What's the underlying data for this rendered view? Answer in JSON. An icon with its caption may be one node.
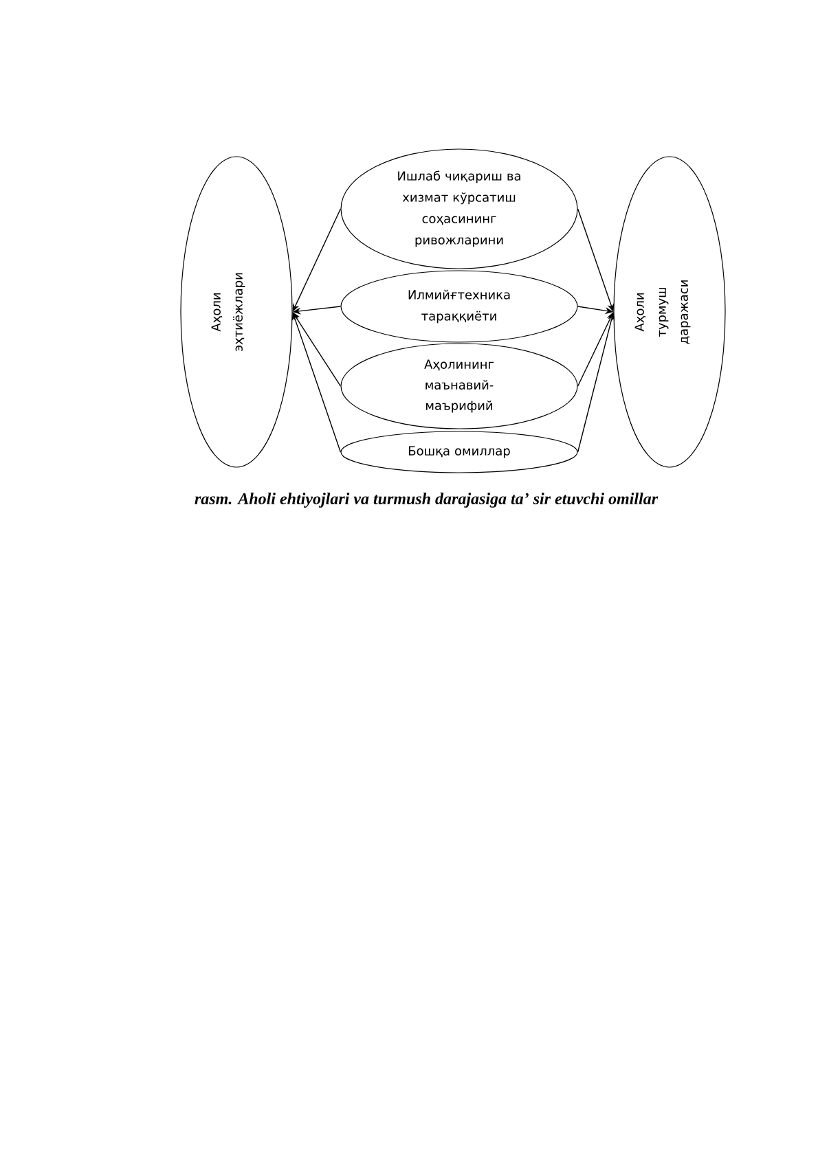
{
  "diagram": {
    "caption": "rasm. Aholi ehtiyojlari va turmush darajasiga ta’ sir etuvchi omillar",
    "nodes": [
      {
        "text": [
          "Аҳоли эҳтиёжлари"
        ]
      },
      {
        "text": [
          "Ишлаб чиқариш ва хизмат кўрсатиш соҳасининг ривожларини"
        ]
      },
      {
        "text": [
          "Илмийғтехника тараққиёти"
        ]
      },
      {
        "text": [
          "Аҳолининг маънавий-маърифий"
        ]
      },
      {
        "text": [
          "Бошқа омиллар"
        ]
      },
      {
        "text": [
          "Аҳоли турмуш даражаси"
        ]
      }
    ],
    "edges": [
      {
        "from": 1,
        "to": 0,
        "arrow": "to"
      },
      {
        "from": 2,
        "to": 0,
        "arrow": "to"
      },
      {
        "from": 3,
        "to": 0,
        "arrow": "to"
      },
      {
        "from": 4,
        "to": 0,
        "arrow": "to"
      },
      {
        "from": 1,
        "to": 5,
        "arrow": "to"
      },
      {
        "from": 2,
        "to": 5,
        "arrow": "to"
      },
      {
        "from": 3,
        "to": 5,
        "arrow": "to"
      },
      {
        "from": 4,
        "to": 5,
        "arrow": "to"
      }
    ]
  }
}
